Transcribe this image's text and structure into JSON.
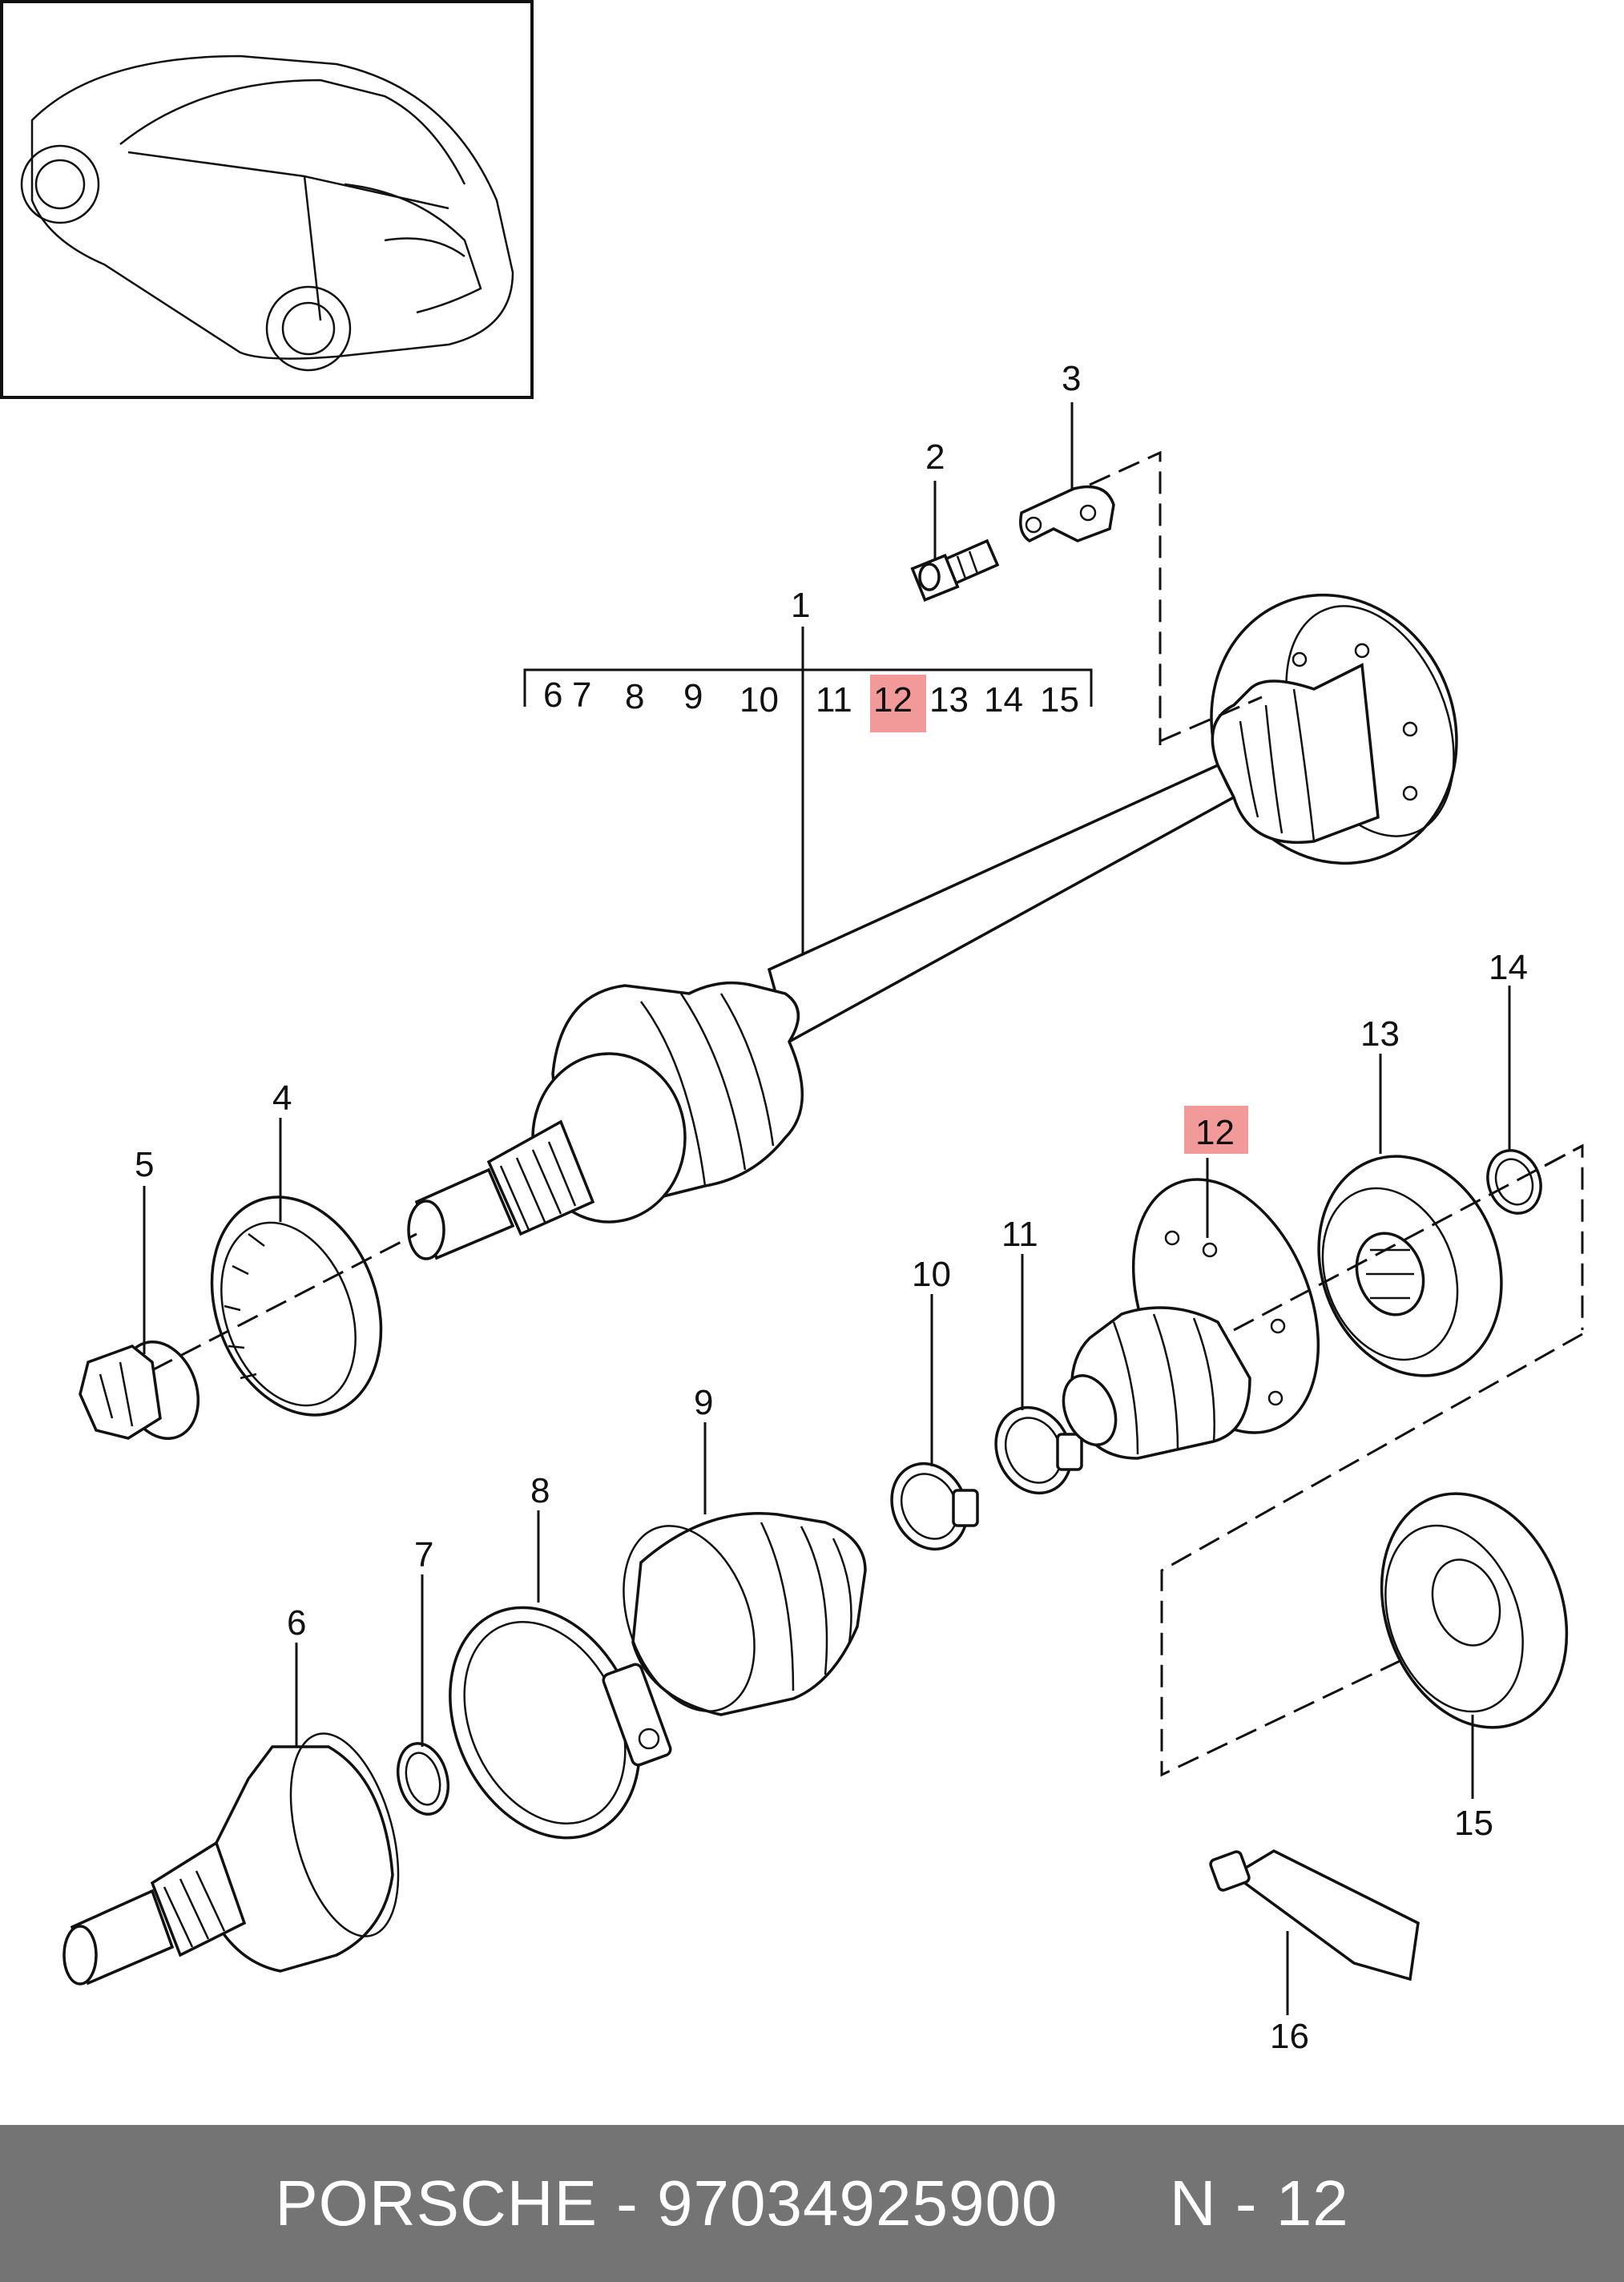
{
  "callouts": {
    "c1": "1",
    "c2": "2",
    "c3": "3",
    "c4": "4",
    "c5": "5",
    "c6": "6",
    "c7": "7",
    "c8": "8",
    "c9": "9",
    "c10": "10",
    "c11": "11",
    "c12": "12",
    "c13": "13",
    "c14": "14",
    "c15": "15",
    "c16": "16"
  },
  "bracket_list": [
    "6",
    "7",
    "8",
    "9",
    "10",
    "11",
    "12",
    "13",
    "14",
    "15"
  ],
  "highlight": {
    "callout": "12",
    "color": "#f29a9a"
  },
  "footer": {
    "brand": "PORSCHE",
    "separator": "-",
    "part_number": "97034925900",
    "page_ref": "N - 12",
    "background": "#747474"
  },
  "icons": {
    "thumbnail": "car-thumbnail-icon"
  }
}
